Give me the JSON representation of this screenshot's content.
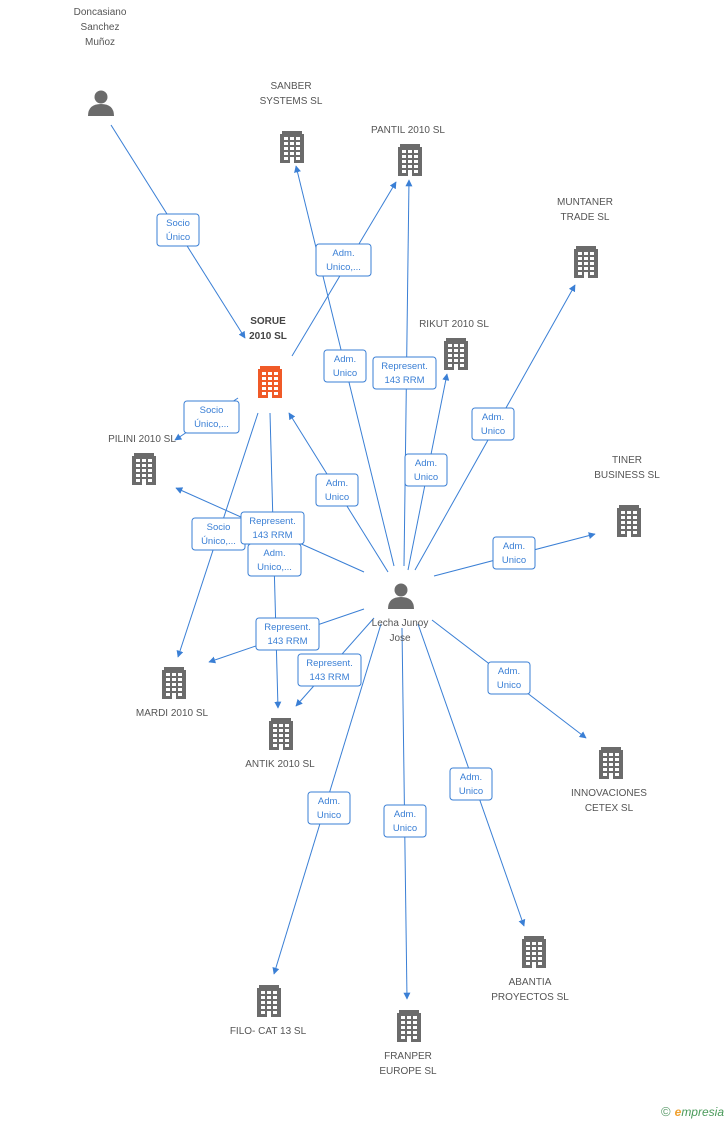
{
  "nodes": [
    {
      "id": "doncasiano",
      "type": "person",
      "label": [
        "Doncasiano",
        "Sanchez",
        "Muñoz"
      ]
    },
    {
      "id": "lecha",
      "type": "person",
      "label": [
        "Lecha Junoy",
        "Jose"
      ]
    },
    {
      "id": "sorue",
      "type": "company-main",
      "label": [
        "SORUE",
        "2010 SL"
      ]
    },
    {
      "id": "sanber",
      "type": "company",
      "label": [
        "SANBER",
        "SYSTEMS SL"
      ]
    },
    {
      "id": "pantil",
      "type": "company",
      "label": [
        "PANTIL 2010 SL"
      ]
    },
    {
      "id": "muntaner",
      "type": "company",
      "label": [
        "MUNTANER",
        "TRADE SL"
      ]
    },
    {
      "id": "rikut",
      "type": "company",
      "label": [
        "RIKUT 2010 SL"
      ]
    },
    {
      "id": "pilini",
      "type": "company",
      "label": [
        "PILINI 2010 SL"
      ]
    },
    {
      "id": "tiner",
      "type": "company",
      "label": [
        "TINER",
        "BUSINESS SL"
      ]
    },
    {
      "id": "mardi",
      "type": "company",
      "label": [
        "MARDI 2010 SL"
      ]
    },
    {
      "id": "antik",
      "type": "company",
      "label": [
        "ANTIK 2010 SL"
      ]
    },
    {
      "id": "innovaciones",
      "type": "company",
      "label": [
        "INNOVACIONES",
        "CETEX SL"
      ]
    },
    {
      "id": "abantia",
      "type": "company",
      "label": [
        "ABANTIA",
        "PROYECTOS SL"
      ]
    },
    {
      "id": "filo",
      "type": "company",
      "label": [
        "FILO- CAT 13  SL"
      ]
    },
    {
      "id": "franper",
      "type": "company",
      "label": [
        "FRANPER",
        "EUROPE SL"
      ]
    }
  ],
  "edges": [
    {
      "from": "doncasiano",
      "to": "sorue",
      "label": [
        "Socio",
        "Único"
      ]
    },
    {
      "from": "sorue",
      "to": "pantil",
      "label": [
        "Adm.",
        "Unico,..."
      ]
    },
    {
      "from": "sorue",
      "to": "pilini",
      "label": [
        "Socio",
        "Único,..."
      ]
    },
    {
      "from": "sorue",
      "to": "mardi",
      "label": [
        "Socio",
        "Único,..."
      ]
    },
    {
      "from": "sorue",
      "to": "antik",
      "label": [
        "Adm.",
        "Unico,..."
      ]
    },
    {
      "from": "lecha",
      "to": "sorue",
      "label": [
        "Adm.",
        "Unico"
      ]
    },
    {
      "from": "lecha",
      "to": "sanber",
      "label": [
        "Adm.",
        "Unico"
      ]
    },
    {
      "from": "lecha",
      "to": "pantil",
      "label": [
        "Represent.",
        "143 RRM"
      ]
    },
    {
      "from": "lecha",
      "to": "rikut",
      "label": [
        "Adm.",
        "Unico"
      ]
    },
    {
      "from": "lecha",
      "to": "muntaner",
      "label": [
        "Adm.",
        "Unico"
      ]
    },
    {
      "from": "lecha",
      "to": "pilini",
      "label": [
        "Represent.",
        "143 RRM"
      ]
    },
    {
      "from": "lecha",
      "to": "tiner",
      "label": [
        "Adm.",
        "Unico"
      ]
    },
    {
      "from": "lecha",
      "to": "mardi",
      "label": [
        "Represent.",
        "143 RRM"
      ]
    },
    {
      "from": "lecha",
      "to": "antik",
      "label": [
        "Represent.",
        "143 RRM"
      ]
    },
    {
      "from": "lecha",
      "to": "innovaciones",
      "label": [
        "Adm.",
        "Unico"
      ]
    },
    {
      "from": "lecha",
      "to": "abantia",
      "label": [
        "Adm.",
        "Unico"
      ]
    },
    {
      "from": "lecha",
      "to": "filo",
      "label": [
        "Adm.",
        "Unico"
      ]
    },
    {
      "from": "lecha",
      "to": "franper",
      "label": [
        "Adm.",
        "Unico"
      ]
    }
  ],
  "colors": {
    "edge": "#3a7fd5",
    "company_icon": "#6b6b6b",
    "main_company_icon": "#f05a28",
    "person_icon": "#6b6b6b"
  },
  "footer": {
    "copyright": "©",
    "brand_initial": "e",
    "brand_rest": "mpresia"
  }
}
